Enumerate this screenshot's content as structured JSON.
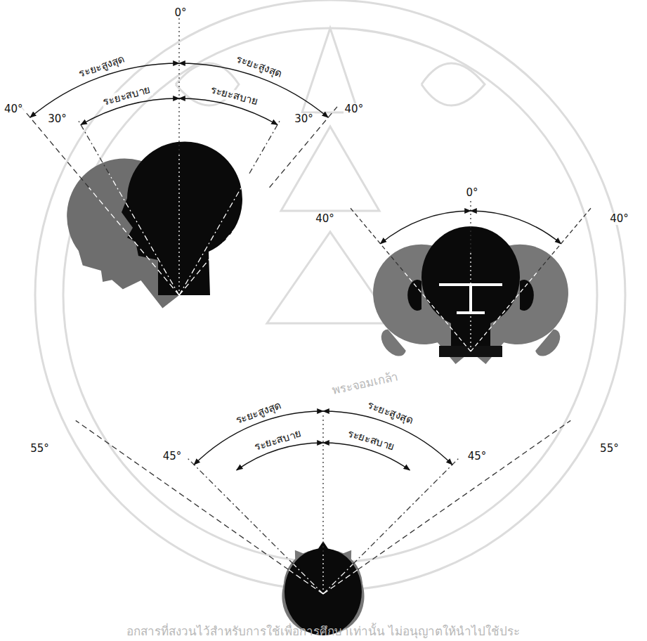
{
  "diagram": {
    "labels": [
      "0°",
      "ระยะสูงสุด",
      "ระยะสูงสุด",
      "ระยะสบาย",
      "ระยะสบาย",
      "40°",
      "30°",
      "30°",
      "40°",
      "0°",
      "40°",
      "40°",
      "ระยะสูงสุด",
      "ระยะสูงสุด",
      "ระยะสบาย",
      "ระยะสบาย",
      "55°",
      "55°",
      "45°",
      "45°",
      "พระจอมเกล้า",
      "อกสารที่สงวนไว้สำหรับการใช้เพื่อการศึกษาเท่านั้น ไม่อนุญาตให้นำไปใช้ประ"
    ]
  }
}
